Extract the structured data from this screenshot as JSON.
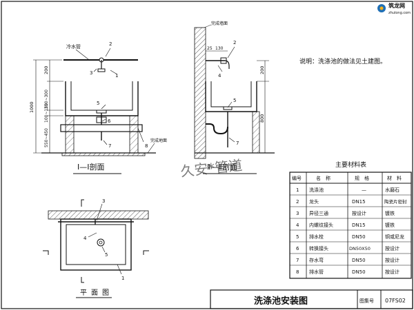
{
  "logo": {
    "name": "筑龙网",
    "url": "zhulong.com"
  },
  "watermark": "久安*管道",
  "section1": {
    "title": "Ⅰ—Ⅰ剖面",
    "labels": [
      "冷水管",
      "2",
      "3",
      "1",
      "5",
      "6",
      "7",
      "8",
      "完成地面"
    ],
    "dims": [
      "1000",
      "200",
      "250~300",
      "100~150",
      "550~450"
    ]
  },
  "section2": {
    "title": "Ⅱ—Ⅱ剖面",
    "labels": [
      "完成墙面",
      "25",
      "130",
      "2",
      "4",
      "5",
      "7"
    ],
    "dims": [
      "200",
      "800"
    ]
  },
  "plan": {
    "title": "平面图",
    "labels": [
      "3",
      "4",
      "5",
      "1"
    ]
  },
  "note": "说明：洗涤池的做法见土建图。",
  "table": {
    "title": "主要材料表",
    "headers": [
      "编号",
      "名　称",
      "规　格",
      "材　料"
    ],
    "rows": [
      [
        "1",
        "洗涤池",
        "—",
        "水磨石"
      ],
      [
        "2",
        "龙头",
        "DN15",
        "陶瓷片密封"
      ],
      [
        "3",
        "异径三通",
        "按设计",
        "镀铁"
      ],
      [
        "4",
        "内螺纹接头",
        "DN15",
        "镀铁"
      ],
      [
        "5",
        "排水栓",
        "DN50",
        "铜或尼龙"
      ],
      [
        "6",
        "转换接头",
        "DN50X50",
        "按设计"
      ],
      [
        "7",
        "存水弯",
        "DN50",
        "按设计"
      ],
      [
        "8",
        "排水管",
        "DN50",
        "按设计"
      ]
    ]
  },
  "titleblock": {
    "title": "洗涤池安装图",
    "label": "图集号",
    "code": "07FS02"
  }
}
